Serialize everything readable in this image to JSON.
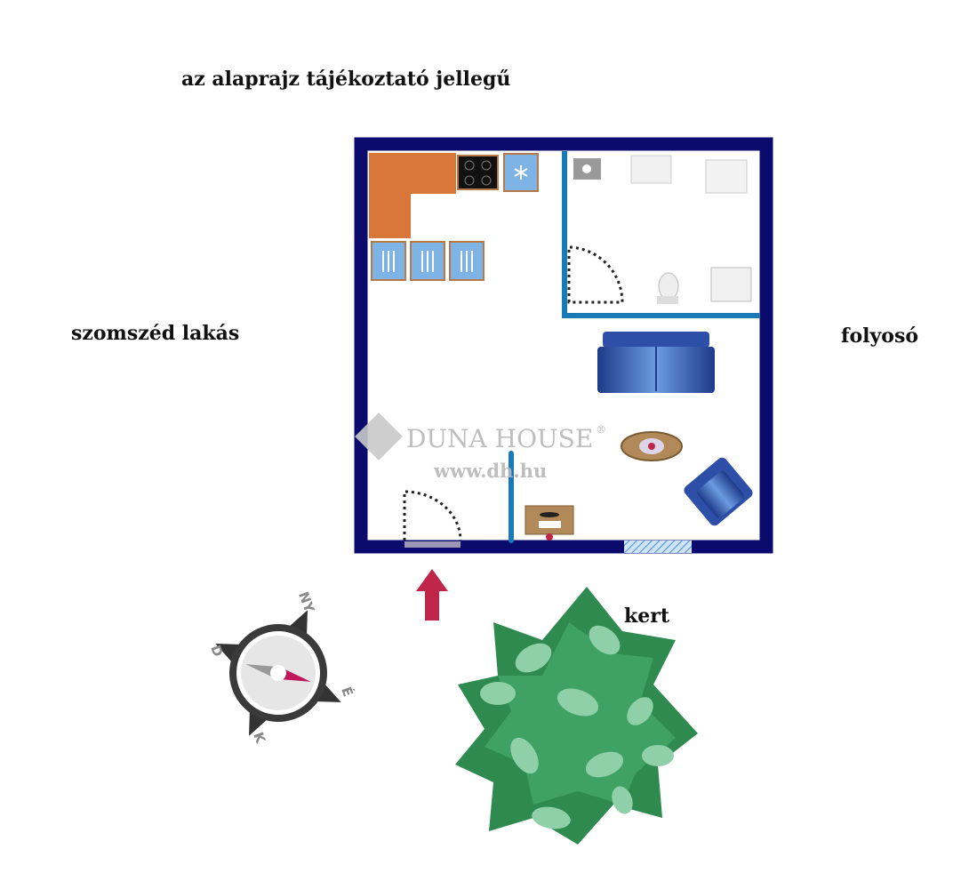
{
  "title": "az alaprajz tájékoztató jellegű",
  "labels": {
    "left": "szomszéd lakás",
    "right": "folyosó",
    "garden": "kert"
  },
  "watermark": {
    "brand": "DUNA HOUSE",
    "registered": "®",
    "url": "www.dh.hu"
  },
  "compass": {
    "north": "NY",
    "east": "É",
    "south": "K",
    "west": "D"
  },
  "colors": {
    "outer_wall": "#0b0b6e",
    "inner_wall": "#1a7ab5",
    "counter": "#d9773a",
    "furniture": "#3f6fc4",
    "plant_dark": "#2e8a4e",
    "plant_light": "#8fd0a8",
    "arrow": "#c0264a"
  }
}
